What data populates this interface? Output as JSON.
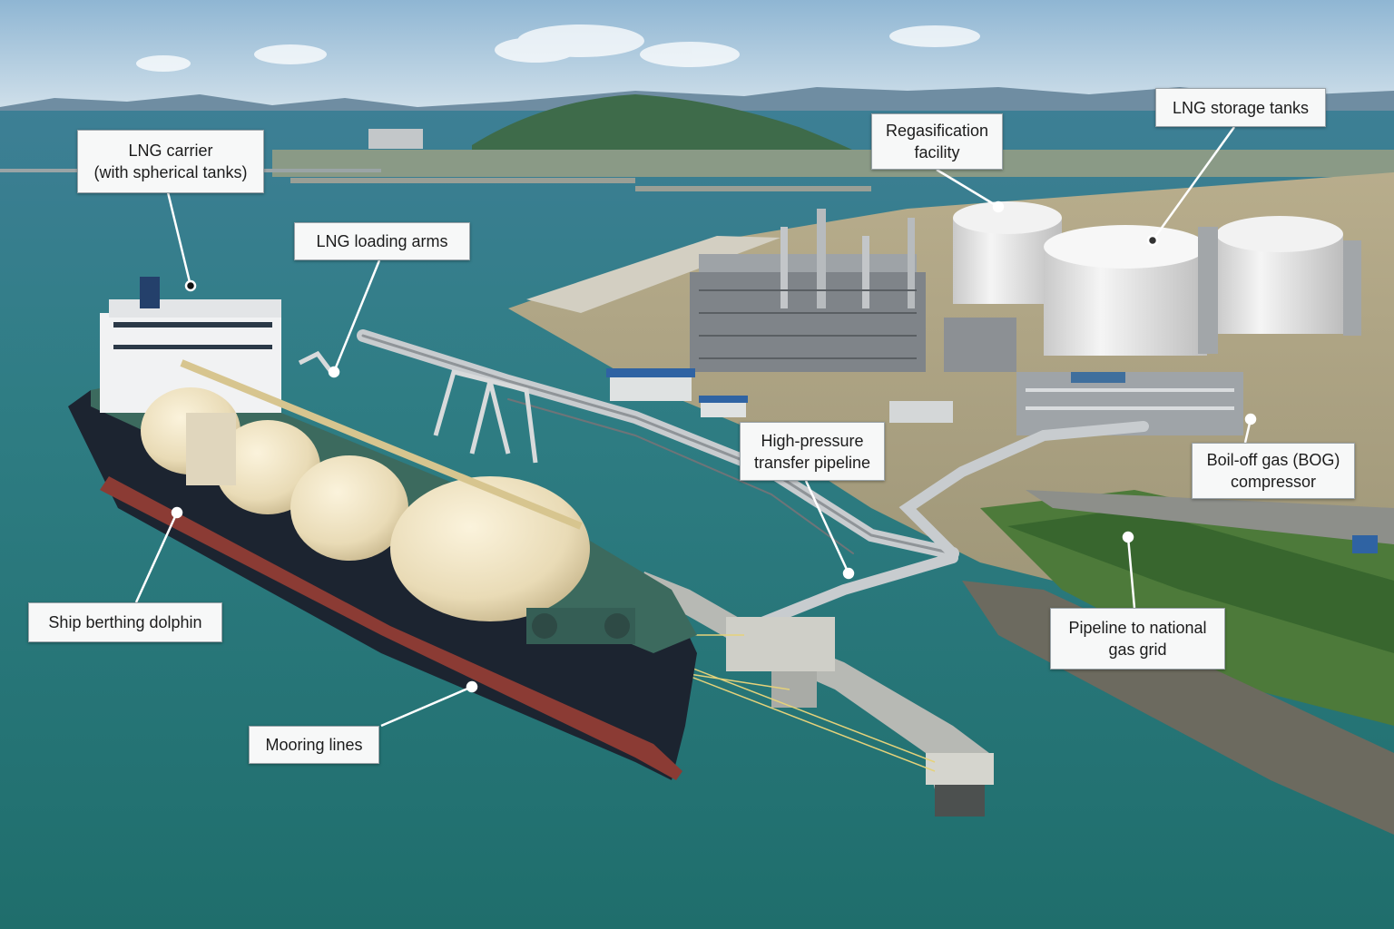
{
  "labels": {
    "lng_carrier": "LNG carrier\n(with spherical tanks)",
    "loading_arms": "LNG loading arms",
    "regasification": "Regasification\nfacility",
    "storage_tanks": "LNG storage tanks",
    "transfer_pipeline": "High-pressure\ntransfer pipeline",
    "bog_compressor": "Boil-off gas (BOG)\ncompressor",
    "berthing_dolphin": "Ship berthing dolphin",
    "national_grid": "Pipeline to national\ngas grid",
    "mooring_lines": "Mooring lines"
  },
  "colors": {
    "sea": "#2f7f7c",
    "sky": "#a9c8dc",
    "hull": "#1c2430",
    "hull_bottom": "#8b3b34",
    "tank_dome": "#efe3c4",
    "storage_tank": "#ececec",
    "land": "#b9ad8a",
    "vegetation": "#3f6e32",
    "pipe": "#c5c9cc",
    "label_bg": "#f7f8f8",
    "leader": "#ffffff"
  }
}
